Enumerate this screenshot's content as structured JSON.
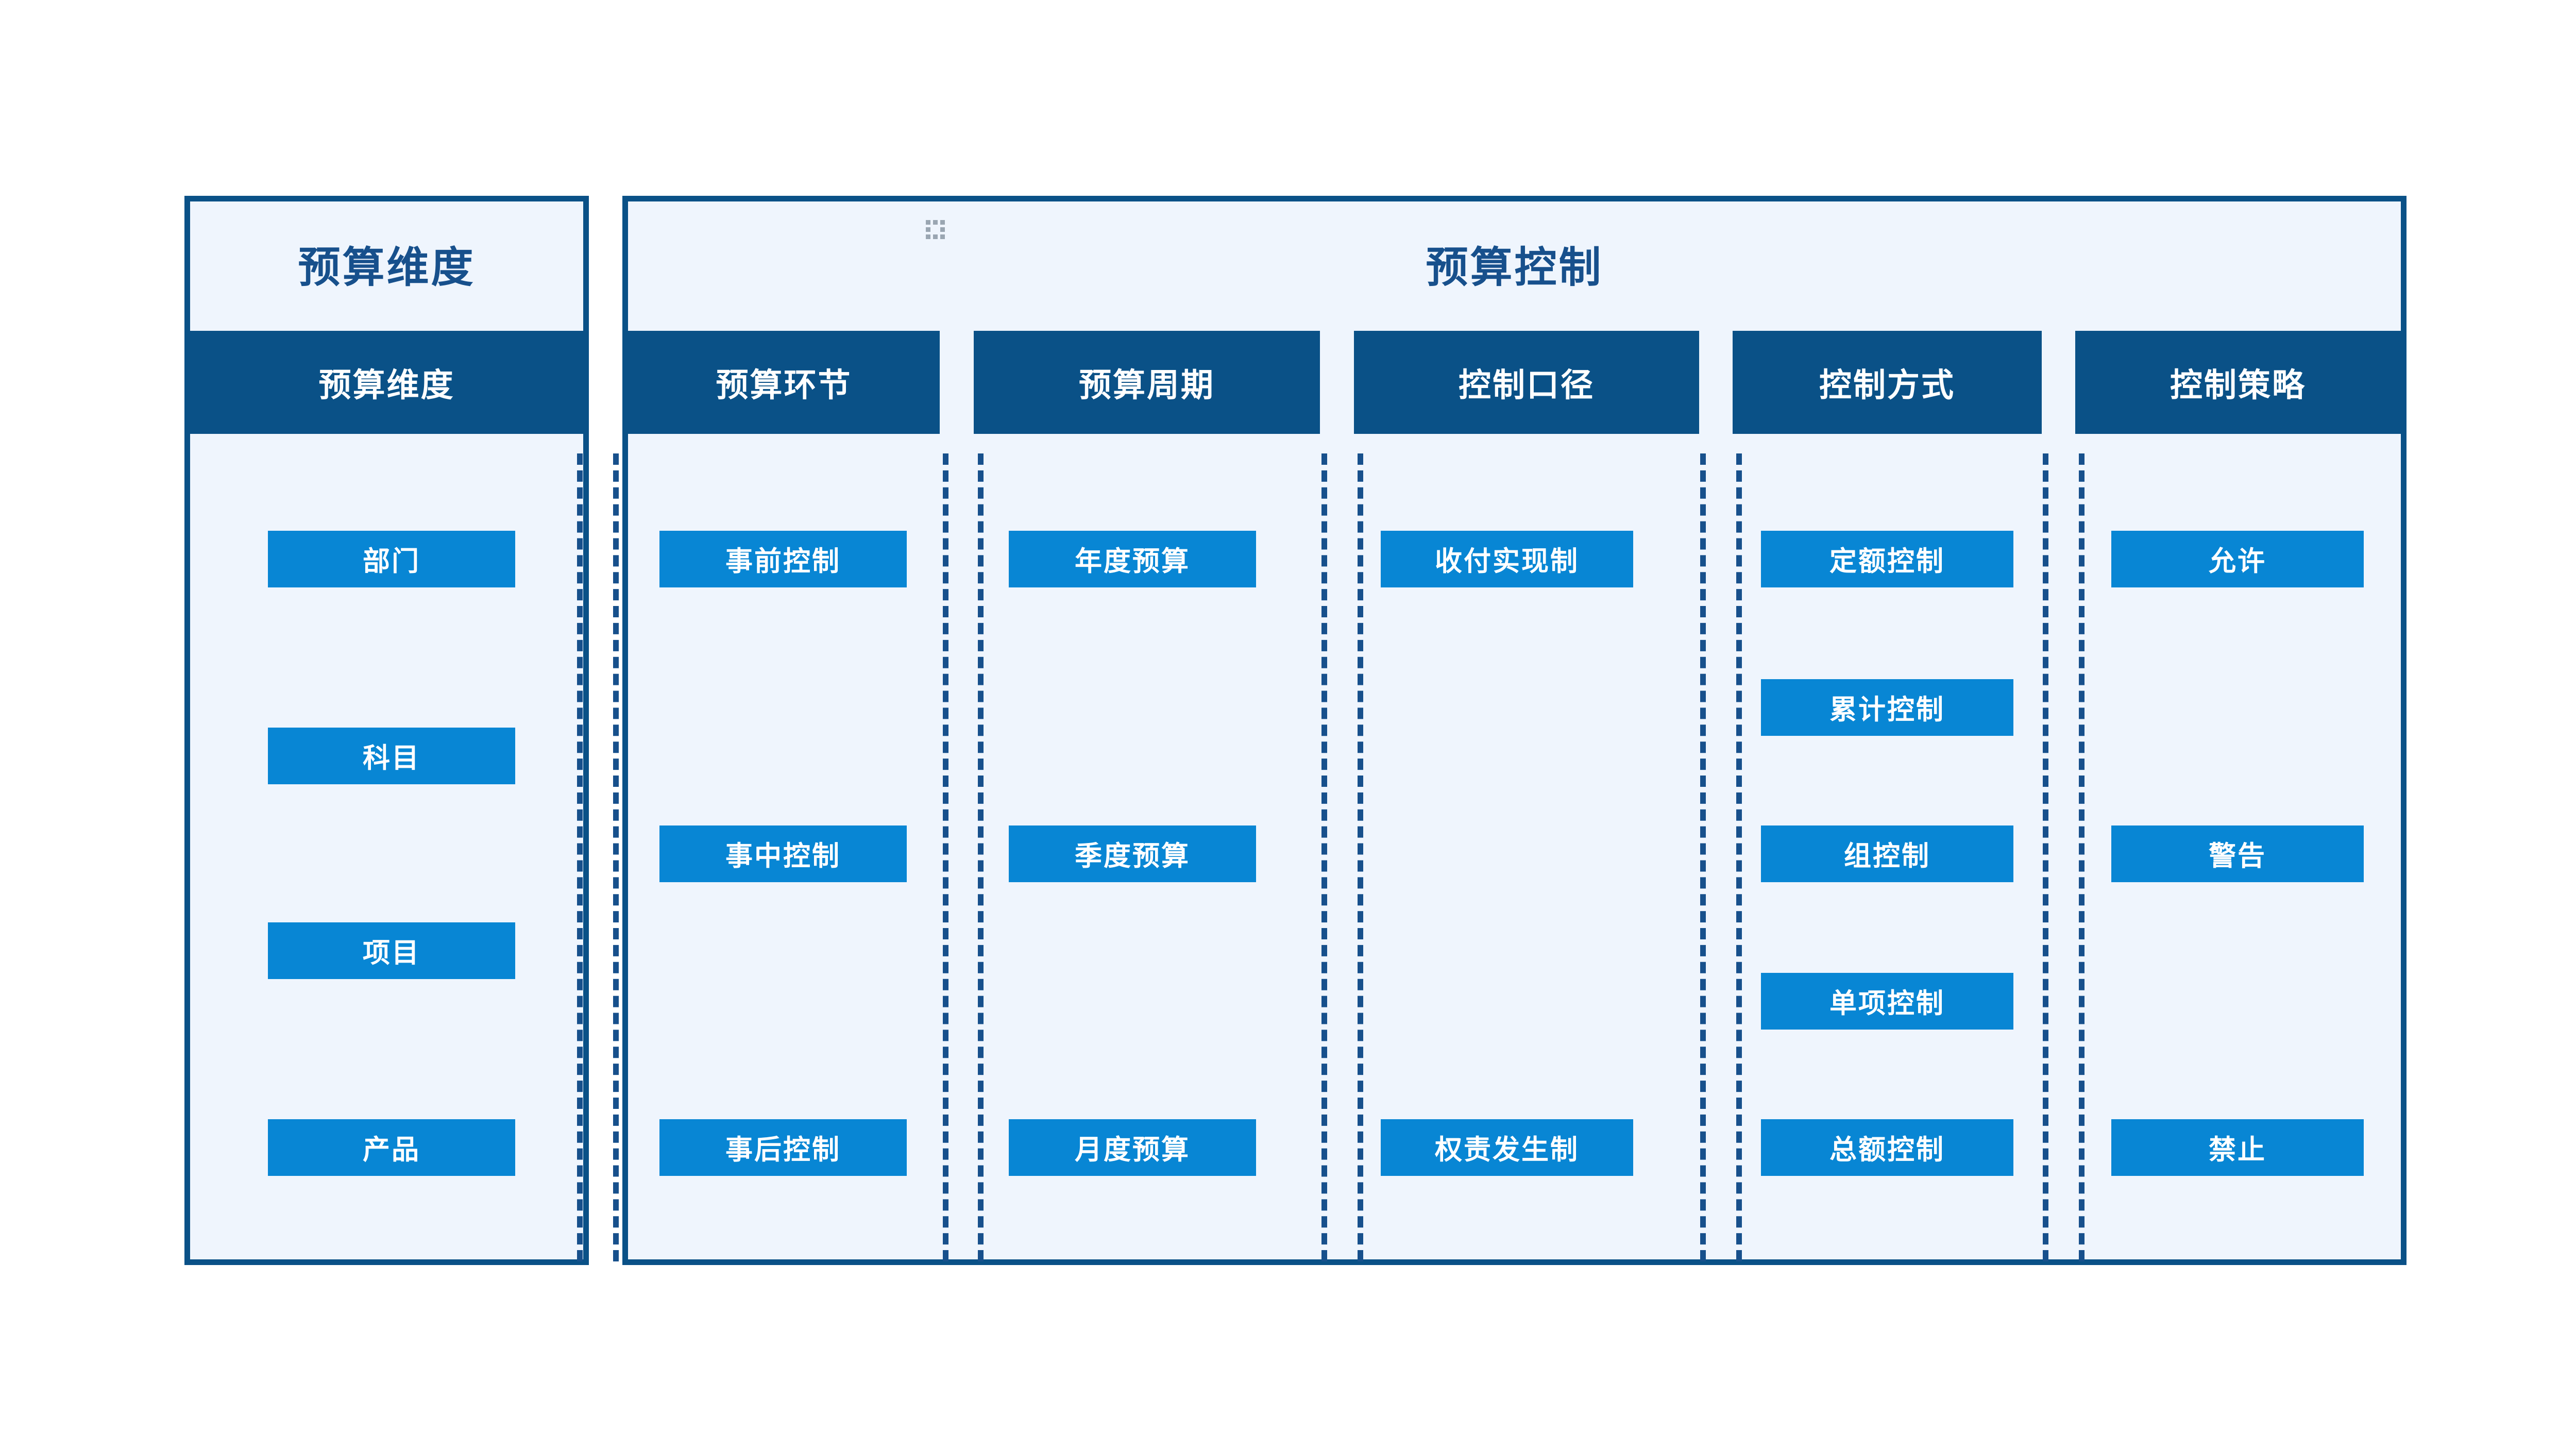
{
  "diagram": {
    "left_panel": {
      "title": "预算维度",
      "column": {
        "header": "预算维度",
        "items": [
          "部门",
          "科目",
          "项目",
          "产品"
        ]
      }
    },
    "right_panel": {
      "title": "预算控制",
      "drag_handle_icon": "drag-dots-icon",
      "columns": [
        {
          "header": "预算环节",
          "items": [
            "事前控制",
            "事中控制",
            "事后控制"
          ]
        },
        {
          "header": "预算周期",
          "items": [
            "年度预算",
            "季度预算",
            "月度预算"
          ]
        },
        {
          "header": "控制口径",
          "items": [
            "收付实现制",
            "权责发生制"
          ]
        },
        {
          "header": "控制方式",
          "items": [
            "定额控制",
            "累计控制",
            "组控制",
            "单项控制",
            "总额控制"
          ]
        },
        {
          "header": "控制策略",
          "items": [
            "允许",
            "警告",
            "禁止"
          ]
        }
      ]
    },
    "colors": {
      "dark_blue": "#0A5187",
      "title_blue": "#17508C",
      "chip_blue": "#0886D4",
      "panel_bg": "#EFF5FD",
      "page_bg": "#FFFFFF",
      "chip_text": "#FFFFFF",
      "divider": "#17508C"
    }
  }
}
